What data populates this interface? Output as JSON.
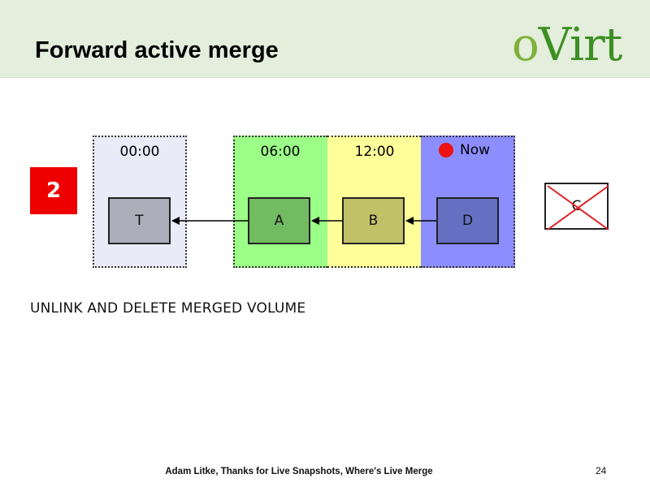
{
  "slide": {
    "title": "Forward active merge",
    "logo": {
      "o": "o",
      "virt": "Virt"
    },
    "step": "2",
    "caption": "UNLINK AND DELETE MERGED VOLUME",
    "footer": "Adam Litke, Thanks for Live Snapshots, Where's Live Merge",
    "page_number": "24"
  },
  "timeline": {
    "columns": [
      {
        "time": "00:00",
        "volume": "T",
        "color": "#eaeaf9"
      },
      {
        "time": "06:00",
        "volume": "A",
        "color": "#9cff88"
      },
      {
        "time": "12:00",
        "volume": "B",
        "color": "#ffff9a"
      },
      {
        "time": "Now",
        "volume": "D",
        "color": "#8c8eff"
      }
    ],
    "removed_volume": "C"
  },
  "colors": {
    "header_bg": "#e3eedc",
    "badge_red": "#ee0000",
    "logo_light_green": "#7fb13a",
    "logo_dark_green": "#3d8f23",
    "cross_red": "#dd2222"
  }
}
